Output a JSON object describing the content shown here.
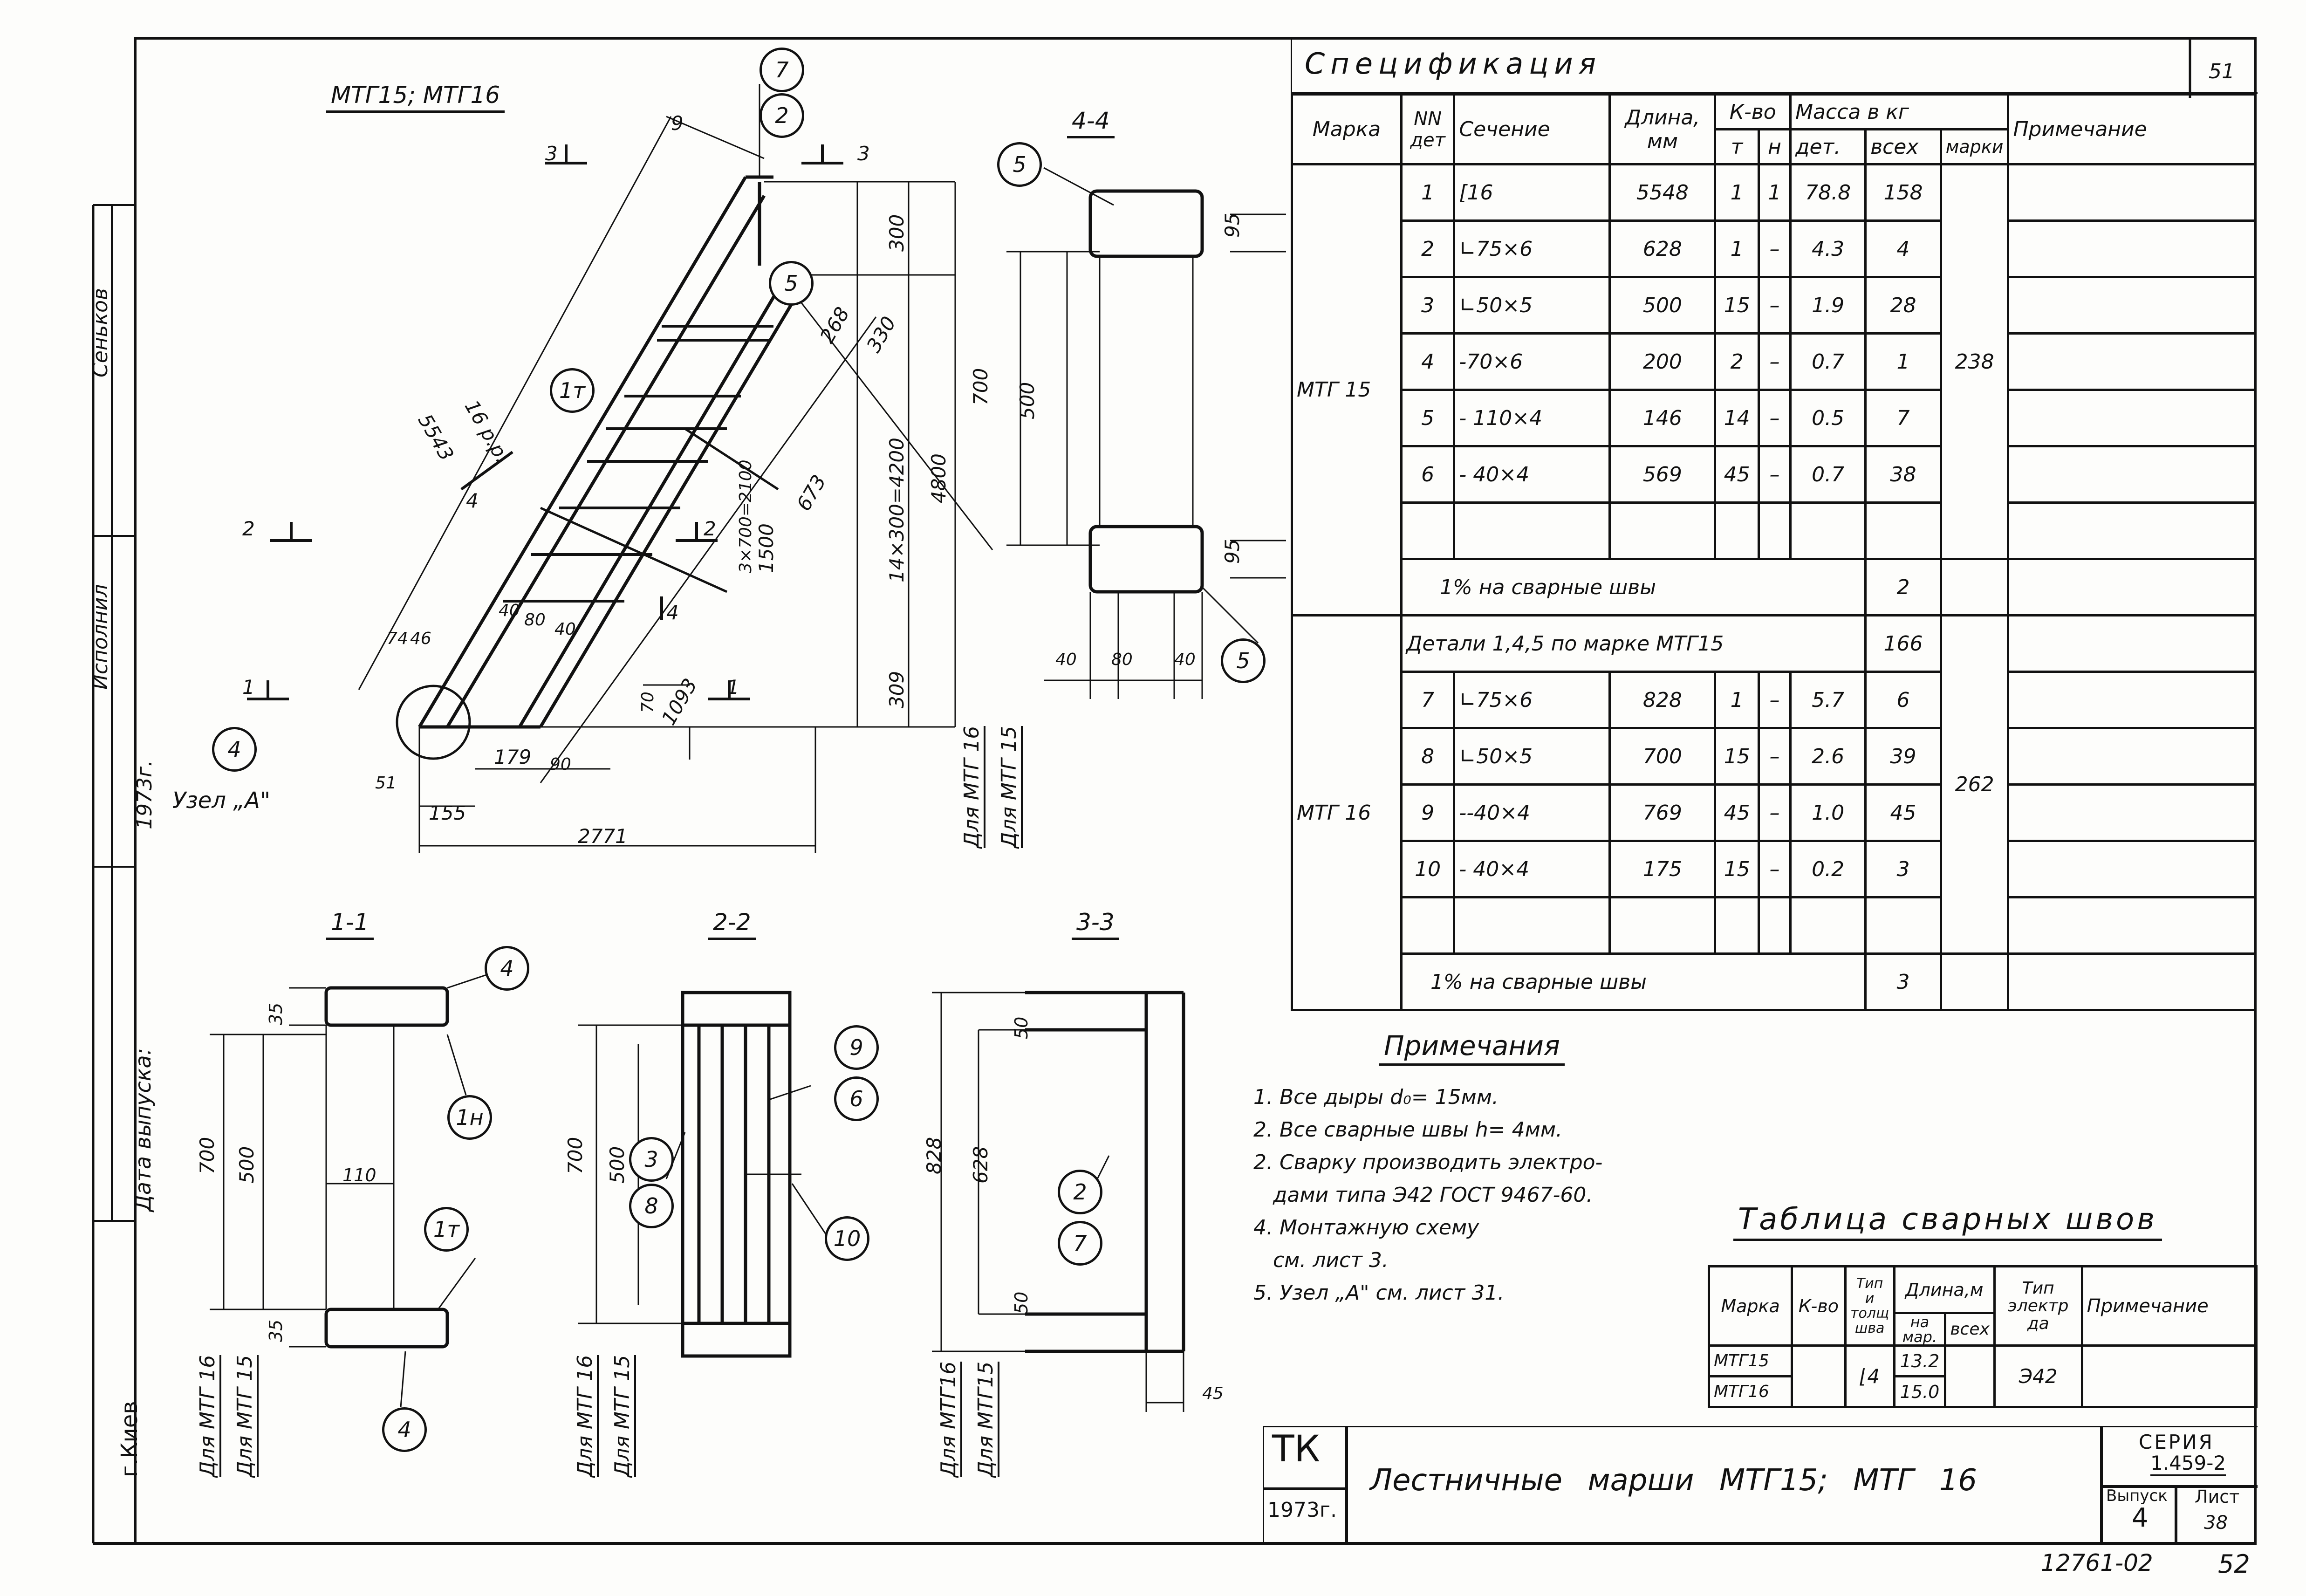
{
  "sheet_number_top": "51",
  "sidebar": {
    "labels": [
      "Сеньков",
      "Исполнил",
      "1973г.",
      "Дата выпуска:",
      "г.Киев"
    ]
  },
  "main_view": {
    "title": "МТГ15; МТГ16",
    "callouts": [
      "7",
      "2",
      "5",
      "1т",
      "4"
    ],
    "section_marks": [
      "3",
      "3",
      "2",
      "2",
      "1",
      "1",
      "4",
      "4"
    ],
    "dims": [
      "9",
      "5543",
      "16 р.р.",
      "300",
      "268",
      "330",
      "673",
      "14×300=4200",
      "4800",
      "3×700=2100",
      "1500",
      "309",
      "1093",
      "70",
      "40",
      "80",
      "40",
      "74",
      "46",
      "179",
      "90",
      "155",
      "2771",
      "51"
    ],
    "side_labels": [
      "Для МТГ 16",
      "Для МТГ 15"
    ],
    "node_label": "Узел „А\""
  },
  "sections": {
    "s44": {
      "title": "4-4",
      "callouts": [
        "5",
        "5"
      ],
      "dims": [
        "95",
        "700",
        "500",
        "95",
        "40",
        "80",
        "40"
      ]
    },
    "s11": {
      "title": "1-1",
      "callouts": [
        "4",
        "1н",
        "1т",
        "4"
      ],
      "dims": [
        "35",
        "700",
        "500",
        "110",
        "35"
      ],
      "side_labels": [
        "Для МТГ 16",
        "Для МТГ 15"
      ]
    },
    "s22": {
      "title": "2-2",
      "callouts": [
        "9",
        "6",
        "3",
        "8",
        "10"
      ],
      "dims": [
        "700",
        "500"
      ],
      "side_labels": [
        "Для МТГ 16",
        "Для МТГ 15"
      ]
    },
    "s33": {
      "title": "3-3",
      "callouts": [
        "2",
        "7"
      ],
      "dims": [
        "50",
        "828",
        "628",
        "50",
        "45"
      ],
      "side_labels": [
        "Для МТГ16",
        "Для МТГ15"
      ]
    }
  },
  "spec": {
    "title": "Спецификация",
    "headers": {
      "marka": "Марка",
      "nn": "NN дет",
      "sechenie": "Сечение",
      "dlina": "Длина, мм",
      "kvo": "К-во",
      "t": "т",
      "n": "н",
      "massa": "Масса в кг",
      "det": "дет.",
      "vseh": "всех",
      "marki": "марки",
      "prim": "Примечание"
    },
    "groups": [
      {
        "marka": "МТГ 15",
        "mass_marki": "238",
        "rows": [
          {
            "nn": "1",
            "sech": "[16",
            "dlina": "5548",
            "t": "1",
            "n": "1",
            "det": "78.8",
            "vseh": "158"
          },
          {
            "nn": "2",
            "sech": "∟75×6",
            "dlina": "628",
            "t": "1",
            "n": "–",
            "det": "4.3",
            "vseh": "4"
          },
          {
            "nn": "3",
            "sech": "∟50×5",
            "dlina": "500",
            "t": "15",
            "n": "–",
            "det": "1.9",
            "vseh": "28"
          },
          {
            "nn": "4",
            "sech": "-70×6",
            "dlina": "200",
            "t": "2",
            "n": "–",
            "det": "0.7",
            "vseh": "1"
          },
          {
            "nn": "5",
            "sech": "- 110×4",
            "dlina": "146",
            "t": "14",
            "n": "–",
            "det": "0.5",
            "vseh": "7"
          },
          {
            "nn": "6",
            "sech": "- 40×4",
            "dlina": "569",
            "t": "45",
            "n": "–",
            "det": "0.7",
            "vseh": "38"
          }
        ],
        "welds_label": "1% на сварные швы",
        "welds_value": "2"
      },
      {
        "marka": "МТГ 16",
        "mass_marki": "262",
        "details_label": "Детали 1,4,5 по марке МТГ15",
        "details_value": "166",
        "rows": [
          {
            "nn": "7",
            "sech": "∟75×6",
            "dlina": "828",
            "t": "1",
            "n": "–",
            "det": "5.7",
            "vseh": "6"
          },
          {
            "nn": "8",
            "sech": "∟50×5",
            "dlina": "700",
            "t": "15",
            "n": "–",
            "det": "2.6",
            "vseh": "39"
          },
          {
            "nn": "9",
            "sech": "--40×4",
            "dlina": "769",
            "t": "45",
            "n": "–",
            "det": "1.0",
            "vseh": "45"
          },
          {
            "nn": "10",
            "sech": "- 40×4",
            "dlina": "175",
            "t": "15",
            "n": "–",
            "det": "0.2",
            "vseh": "3"
          }
        ],
        "welds_label": "1% на сварные швы",
        "welds_value": "3"
      }
    ]
  },
  "notes": {
    "title": "Примечания",
    "items": [
      "1. Все дыры d₀= 15мм.",
      "2. Все сварные швы h= 4мм.",
      "2. Сварку производить электро-",
      "   дами типа Э42 ГОСТ 9467-60.",
      "4. Монтажную схему",
      "   см. лист 3.",
      "5. Узел „А\" см. лист 31."
    ]
  },
  "welds_table": {
    "title": "Таблица сварных швов",
    "headers": {
      "marka": "Марка",
      "kvo": "К-во",
      "tip": "Тип и толщ шва",
      "dlina": "Длина,м",
      "na_mar": "на мар.",
      "vseh": "всех",
      "electrode": "Тип электр да",
      "prim": "Примечание"
    },
    "rows": [
      {
        "marka": "МТГ15",
        "na_mar": "13.2"
      },
      {
        "marka": "МТГ16",
        "na_mar": "15.0"
      }
    ],
    "tip_value": "⌊4",
    "electrode_value": "Э42"
  },
  "stamp": {
    "org": "ТК",
    "year": "1973г.",
    "title": "Лестничные марши МТГ15; МТГ 16",
    "series_label": "СЕРИЯ",
    "series_value": "1.459-2",
    "vypusk_label": "Выпуск",
    "vypusk_value": "4",
    "list_label": "Лист",
    "list_value": "38"
  },
  "footer": {
    "code": "12761-02",
    "page": "52"
  }
}
